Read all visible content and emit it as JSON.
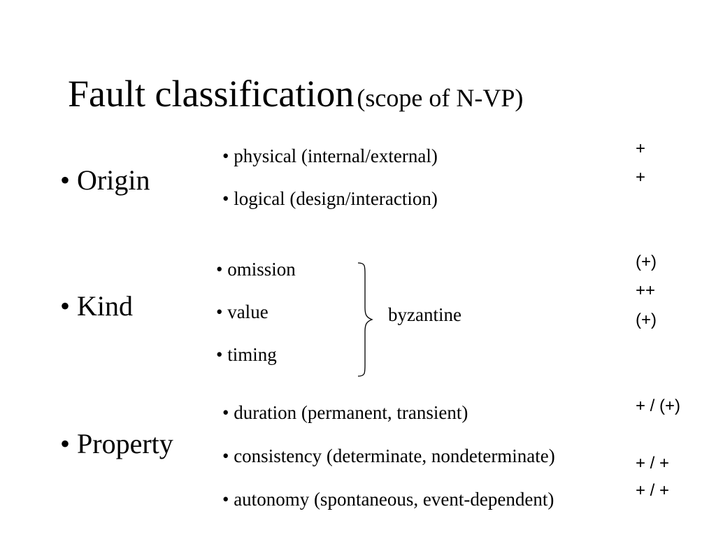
{
  "slide": {
    "title": "Fault classification",
    "subtitle": "(scope of N-VP)"
  },
  "categories": [
    {
      "label": "• Origin"
    },
    {
      "label": "• Kind"
    },
    {
      "label": "• Property"
    }
  ],
  "origin_items": [
    {
      "text": "• physical (internal/external)"
    },
    {
      "text": "• logical (design/interaction)"
    }
  ],
  "kind_items": [
    {
      "text": "• omission"
    },
    {
      "text": "• value"
    },
    {
      "text": "• timing"
    }
  ],
  "kind_group_label": "byzantine",
  "property_items": [
    {
      "text": "• duration (permanent, transient)"
    },
    {
      "text": "• consistency (determinate, nondeterminate)"
    },
    {
      "text": "• autonomy (spontaneous, event-dependent)"
    }
  ],
  "scope_marks": {
    "origin": [
      "+",
      "+"
    ],
    "kind": [
      "(+)",
      "++",
      "(+)"
    ],
    "property": [
      "+ / (+)",
      "+ / +",
      "+ / +"
    ]
  }
}
